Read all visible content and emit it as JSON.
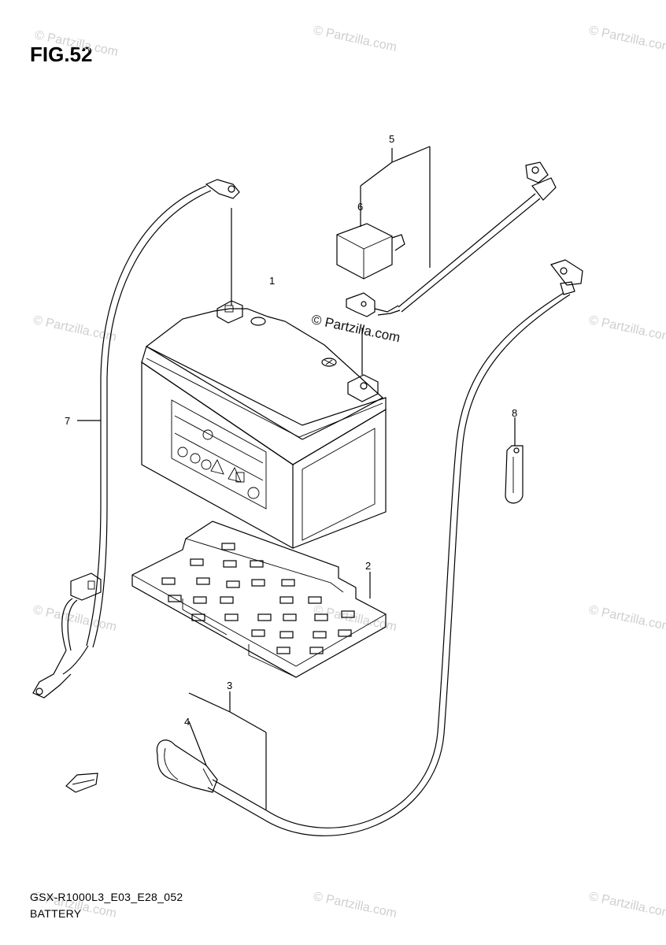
{
  "figure": {
    "title": "FIG.52",
    "code": "GSX-R1000L3_E03_E28_052",
    "name": "BATTERY"
  },
  "callouts": [
    "1",
    "2",
    "3",
    "4",
    "5",
    "6",
    "7",
    "8"
  ],
  "watermark": "© Partzilla.com"
}
